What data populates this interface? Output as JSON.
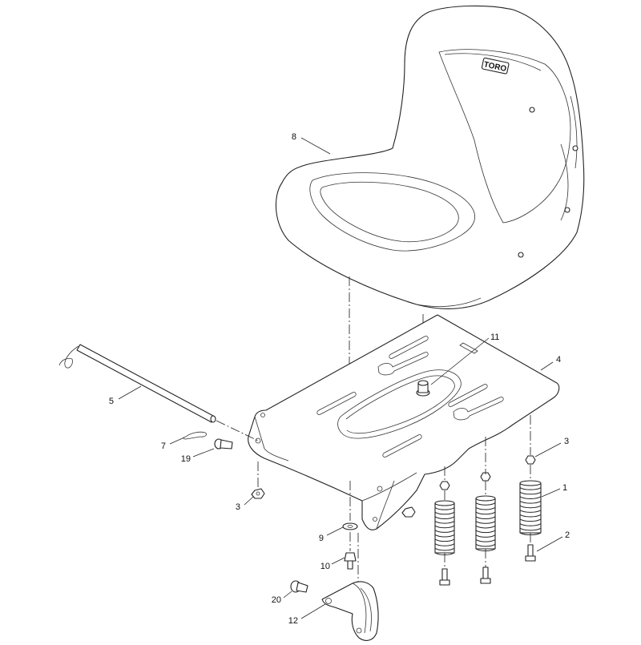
{
  "diagram": {
    "seat_logo_text": "TORO",
    "callouts": [
      {
        "id": "seat",
        "label": "8"
      },
      {
        "id": "rod",
        "label": "5"
      },
      {
        "id": "hairpin",
        "label": "7"
      },
      {
        "id": "clevis-pin",
        "label": "19"
      },
      {
        "id": "nut-left",
        "label": "3"
      },
      {
        "id": "seat-pan",
        "label": "4"
      },
      {
        "id": "knob",
        "label": "11"
      },
      {
        "id": "nut-right",
        "label": "3"
      },
      {
        "id": "spring",
        "label": "1"
      },
      {
        "id": "bolt-right",
        "label": "2"
      },
      {
        "id": "washer",
        "label": "9"
      },
      {
        "id": "bolt-left",
        "label": "10"
      },
      {
        "id": "pivot-pin",
        "label": "20"
      },
      {
        "id": "bracket",
        "label": "12"
      }
    ]
  }
}
